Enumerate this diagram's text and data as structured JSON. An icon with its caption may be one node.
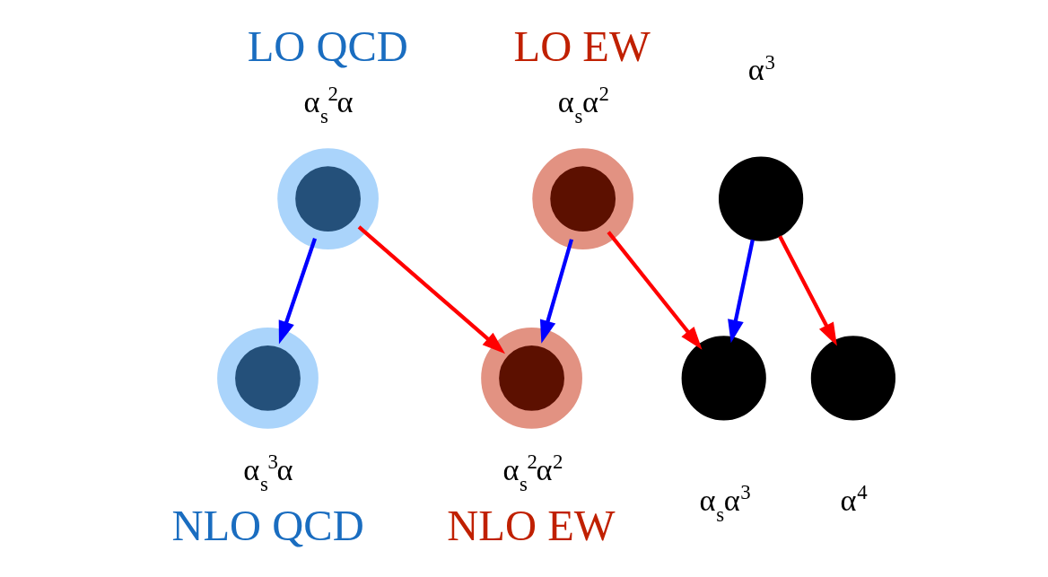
{
  "diagram": {
    "nodes": [
      {
        "text": [],
        "shape": "circle",
        "beside": [
          "LO QCD",
          "α$_{s}$$^{2}$α"
        ]
      },
      {
        "text": [],
        "shape": "circle",
        "beside": [
          "LO EW",
          "α$_{s}$α$^{2}$"
        ]
      },
      {
        "text": [],
        "shape": "circle",
        "beside": [
          "α$^{3}$"
        ]
      },
      {
        "text": [],
        "shape": "circle",
        "beside": [
          "α$_{s}$$^{3}$α",
          "NLO QCD"
        ]
      },
      {
        "text": [],
        "shape": "circle",
        "beside": [
          "α$_{s}$$^{2}$α$^{2}$",
          "NLO EW"
        ]
      },
      {
        "text": [],
        "shape": "circle",
        "beside": [
          "α$_{s}$α$^{3}$"
        ]
      },
      {
        "text": [],
        "shape": "circle",
        "beside": [
          "α$^{4}$"
        ]
      }
    ],
    "edges": [
      {
        "from": 0,
        "to": 3,
        "arrow": "to",
        "color": "#0000ff"
      },
      {
        "from": 0,
        "to": 4,
        "arrow": "to",
        "color": "#ff0000"
      },
      {
        "from": 1,
        "to": 4,
        "arrow": "to",
        "color": "#0000ff"
      },
      {
        "from": 1,
        "to": 5,
        "arrow": "to",
        "color": "#ff0000"
      },
      {
        "from": 2,
        "to": 5,
        "arrow": "to",
        "color": "#0000ff"
      },
      {
        "from": 2,
        "to": 6,
        "arrow": "to",
        "color": "#ff0000"
      }
    ]
  }
}
